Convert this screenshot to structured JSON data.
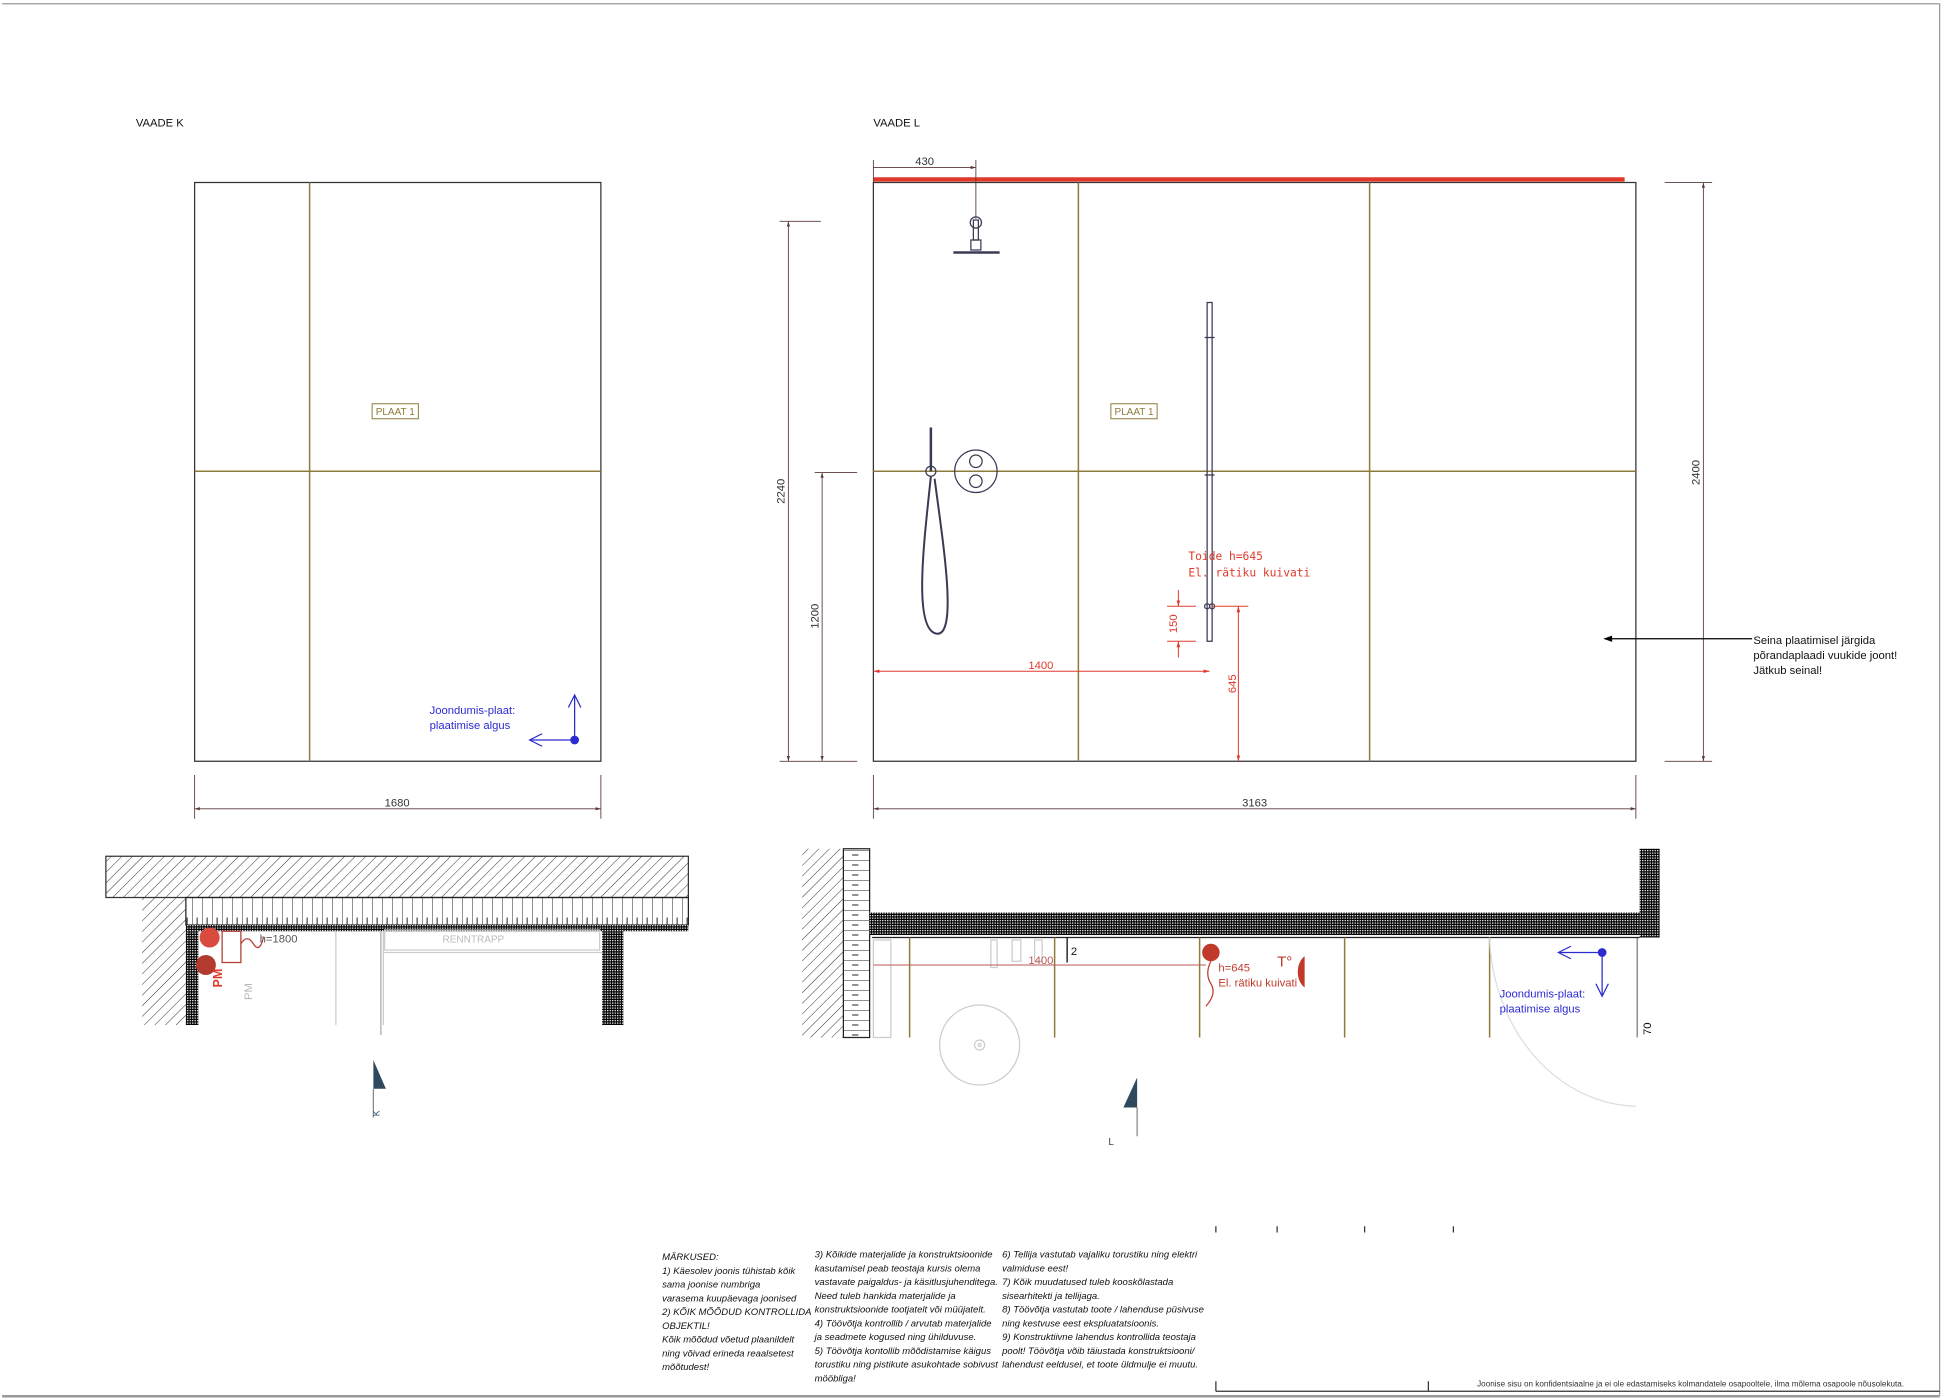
{
  "view_k": {
    "title": "VAADE K",
    "tile_label": "PLAAT 1",
    "dim_width": "1680",
    "align_note": [
      "Joondumis-plaat:",
      "plaatimise algus"
    ]
  },
  "view_l": {
    "title": "VAADE L",
    "tile_label": "PLAAT 1",
    "dim_top": "430",
    "dim_left_total": "2240",
    "dim_left_lower": "1200",
    "dim_right": "2400",
    "dim_width": "3163",
    "power_note": [
      "Toide h=645",
      "El. rätiku kuivati"
    ],
    "dim_150": "150",
    "dim_1400": "1400",
    "dim_645": "645",
    "side_note": [
      "Seina plaatimisel järgida",
      "põrandaplaadi vuukide joont!",
      "Jätkub seinal!"
    ]
  },
  "plan_k": {
    "height_label": "h=1800",
    "pm_red": "PM",
    "pm_grey": "PM",
    "drain_label": "RENNTRAPP",
    "section_marker": "K"
  },
  "plan_l": {
    "dim_1400": "1400",
    "dim_2": "2",
    "height_label": "h=645",
    "device_label": "El. rätiku kuivati",
    "thermo_label": "T°",
    "align_note": [
      "Joondumis-plaat:",
      "plaatimise algus"
    ],
    "dim_70": "70",
    "section_marker": "L"
  },
  "notes": {
    "col1": [
      "MÄRKUSED:",
      "1) Käesolev joonis tühistab kõik",
      "sama joonise numbriga",
      "varasema kuupäevaga joonised",
      "2) KÕIK MÕÕDUD KONTROLLIDA",
      "OBJEKTIL!",
      "Kõik mõõdud võetud plaanildelt",
      "ning võivad erineda reaalsetest",
      "mõõtudest!"
    ],
    "col2": [
      "3) Kõikide materjalide ja konstruktsioonide",
      "kasutamisel peab teostaja kursis olema",
      "vastavate paigaldus- ja käsitlusjuhenditega.",
      "Need tuleb hankida materjalide ja",
      "konstruktsioonide tootjatelt või müüjatelt.",
      "4) Töövõtja kontrollib / arvutab materjalide",
      "ja seadmete kogused ning ühilduvuse.",
      "5) Töövõtja kontollib mõõdistamise käigus",
      "torustiku ning pistikute asukohtade sobivust",
      "mööbliga!"
    ],
    "col3": [
      "6) Tellija vastutab vajaliku torustiku ning elektri",
      "valmiduse eest!",
      "7) Kõik muudatused tuleb kooskõlastada",
      "sisearhitekti ja tellijaga.",
      "8) Töövõtja vastutab toote / lahenduse püsivuse",
      "ning kestvuse eest ekspluatatsioonis.",
      "9) Konstruktiivne lahendus kontrollida teostaja",
      "poolt! Töövõtja võib täiustada konstruktsiooni/",
      "lahendust eeldusel, et toote üldmulje ei muutu."
    ]
  },
  "footer": {
    "confidential": "Joonise sisu on konfidentsiaalne ja ei ole edastamiseks kolmandatele osapooltele, ilma mõlema osapoole nõusolekuta."
  },
  "colors": {
    "tile_joint": "#8c7b3a",
    "electric": "#e0392b",
    "alignment": "#2b2bd0"
  }
}
